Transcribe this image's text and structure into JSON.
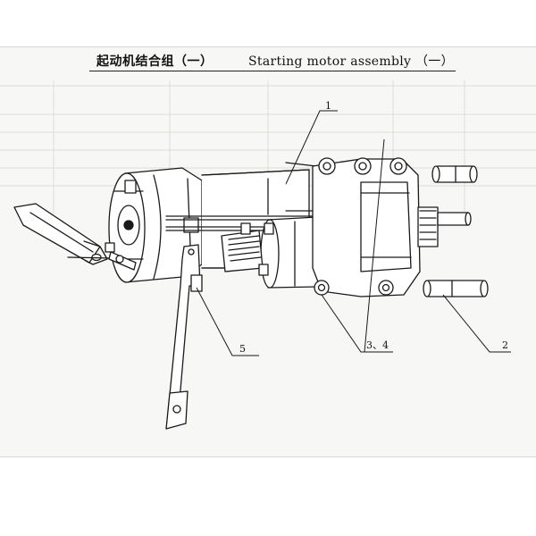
{
  "header": {
    "title_cn": "起动机结合组（一）",
    "title_en": "Starting motor assembly （一）"
  },
  "callouts": {
    "c1": "1",
    "c2": "2",
    "c34": "3、4",
    "c5": "5"
  },
  "colors": {
    "ink": "#1a1a1a",
    "paper": "#f7f7f5",
    "ghost_grid": "#d9d9d6"
  }
}
